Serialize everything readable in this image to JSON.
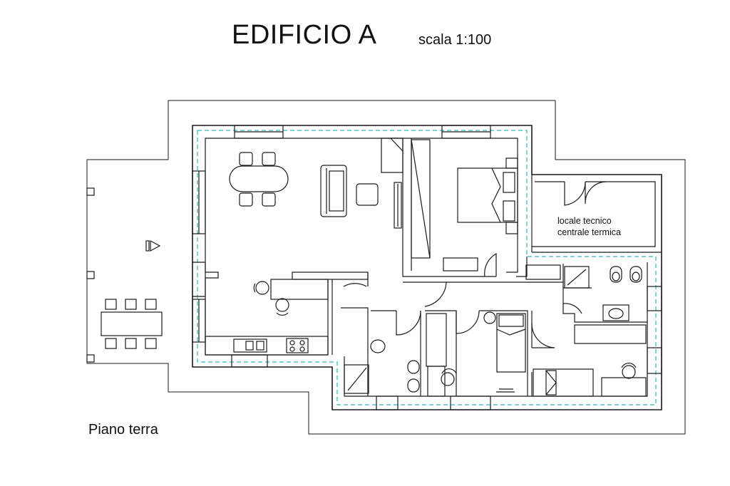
{
  "header": {
    "title": "EDIFICIO A",
    "scale": "scala 1:100"
  },
  "plan": {
    "floor_label": "Piano terra",
    "room_labels": [
      "locale tecnico",
      "centrale termica"
    ]
  },
  "colors": {
    "line": "#1a1a1a",
    "insulation": "#35b8b8",
    "background": "#ffffff"
  }
}
